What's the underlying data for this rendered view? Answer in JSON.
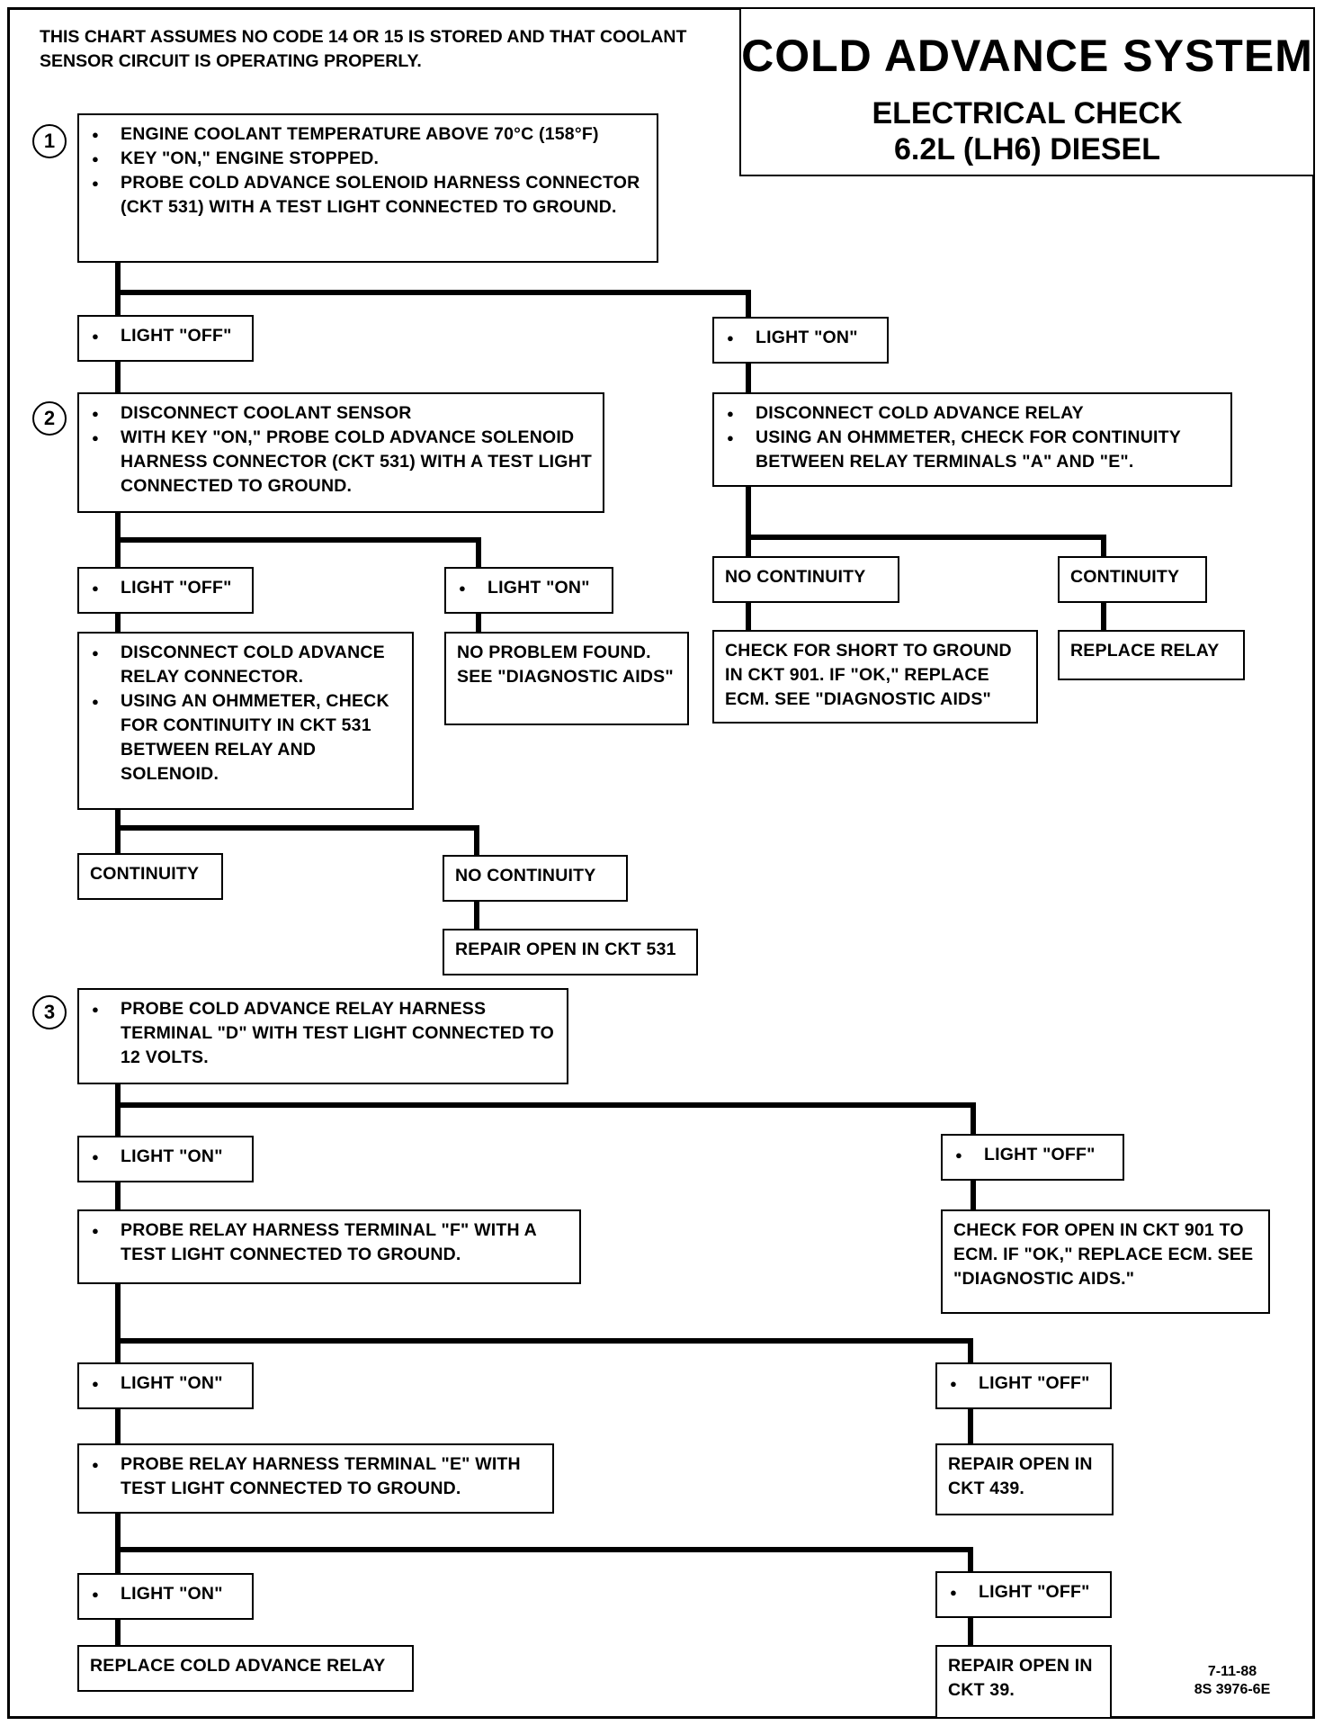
{
  "header": {
    "note": "THIS CHART ASSUMES NO CODE 14 OR 15 IS STORED AND THAT COOLANT SENSOR CIRCUIT IS OPERATING PROPERLY.",
    "title": "COLD ADVANCE SYSTEM",
    "subtitle": "ELECTRICAL CHECK",
    "engine": "6.2L (LH6) DIESEL"
  },
  "steps": {
    "s1": "1",
    "s2": "2",
    "s3": "3"
  },
  "boxes": {
    "step1": [
      "ENGINE COOLANT TEMPERATURE ABOVE 70°C (158°F)",
      "KEY \"ON,\" ENGINE STOPPED.",
      "PROBE COLD ADVANCE SOLENOID HARNESS CONNECTOR (CKT 531) WITH A TEST LIGHT CONNECTED TO GROUND."
    ],
    "s1_light_off": "LIGHT \"OFF\"",
    "s1_light_on": "LIGHT \"ON\"",
    "step2": [
      "DISCONNECT COOLANT SENSOR",
      "WITH KEY \"ON,\" PROBE COLD ADVANCE SOLENOID HARNESS CONNECTOR (CKT 531) WITH A TEST LIGHT CONNECTED TO GROUND."
    ],
    "relay_check": [
      "DISCONNECT COLD ADVANCE RELAY",
      "USING AN OHMMETER, CHECK FOR CONTINUITY BETWEEN RELAY TERMINALS \"A\" AND \"E\"."
    ],
    "s2_light_off": "LIGHT \"OFF\"",
    "s2_light_on": "LIGHT \"ON\"",
    "relay_no_continuity": "NO CONTINUITY",
    "relay_continuity": "CONTINUITY",
    "relay_connector_check": [
      "DISCONNECT COLD ADVANCE RELAY CONNECTOR.",
      "USING AN OHMMETER, CHECK FOR CONTINUITY IN CKT 531 BETWEEN RELAY AND SOLENOID."
    ],
    "no_problem": "NO PROBLEM FOUND. SEE \"DIAGNOSTIC AIDS\"",
    "short_ground": "CHECK FOR SHORT TO GROUND IN CKT 901. IF \"OK,\" REPLACE ECM. SEE \"DIAGNOSTIC AIDS\"",
    "replace_relay": "REPLACE RELAY",
    "ckt531_continuity": "CONTINUITY",
    "ckt531_no_continuity": "NO CONTINUITY",
    "repair_531": "REPAIR OPEN IN CKT 531",
    "step3": [
      "PROBE COLD ADVANCE RELAY HARNESS TERMINAL \"D\" WITH TEST LIGHT CONNECTED TO 12 VOLTS."
    ],
    "s3_light_on": "LIGHT \"ON\"",
    "s3_light_off": "LIGHT \"OFF\"",
    "probe_f": [
      "PROBE RELAY HARNESS TERMINAL \"F\" WITH A TEST LIGHT CONNECTED TO GROUND."
    ],
    "open_901": "CHECK FOR OPEN IN CKT 901 TO ECM. IF \"OK,\" REPLACE ECM. SEE \"DIAGNOSTIC AIDS.\"",
    "f_light_on": "LIGHT \"ON\"",
    "f_light_off": "LIGHT \"OFF\"",
    "probe_e": [
      "PROBE RELAY HARNESS TERMINAL \"E\" WITH TEST LIGHT CONNECTED TO GROUND."
    ],
    "repair_439": "REPAIR OPEN IN CKT 439.",
    "e_light_on": "LIGHT \"ON\"",
    "e_light_off": "LIGHT \"OFF\"",
    "replace_cold_relay": "REPLACE COLD ADVANCE RELAY",
    "repair_39": "REPAIR OPEN IN CKT 39."
  },
  "footer": {
    "date": "7-11-88",
    "code": "8S 3976-6E"
  }
}
